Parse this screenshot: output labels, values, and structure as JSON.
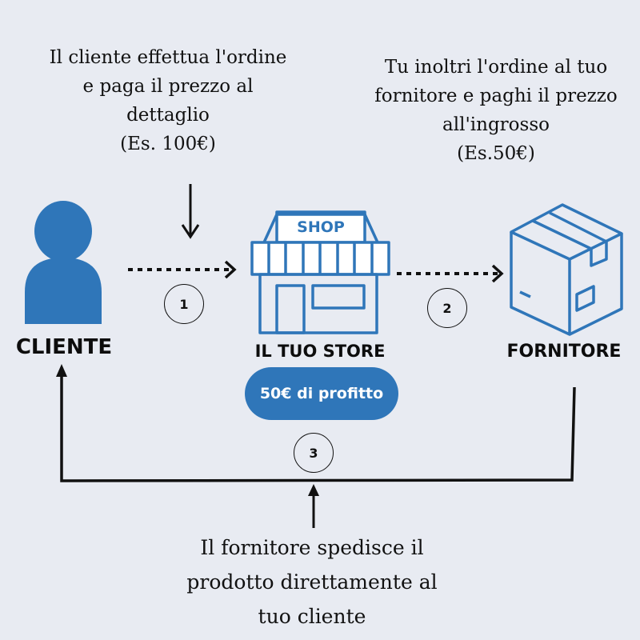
{
  "texts": {
    "customer_step": [
      "Il cliente effettua l'ordine",
      "e paga il prezzo al",
      "dettaglio",
      "(Es. 100€)"
    ],
    "supplier_step": [
      "Tu inoltri l'ordine al tuo",
      "fornitore e paghi il prezzo",
      "all'ingrosso",
      "(Es.50€)"
    ],
    "shipping_step": [
      "Il fornitore spedisce il",
      "prodotto direttamente al",
      "tuo cliente"
    ]
  },
  "nodes": {
    "customer": "CLIENTE",
    "store": "IL TUO STORE",
    "store_sign": "SHOP",
    "supplier": "FORNITORE"
  },
  "profit_label": "50€ di profitto",
  "steps": [
    "1",
    "2",
    "3"
  ],
  "colors": {
    "accent": "#2f76b9",
    "background": "#e8ebf2",
    "line": "#111111"
  },
  "icons": {
    "customer": "person-icon",
    "store": "shop-icon",
    "supplier": "box-icon"
  }
}
